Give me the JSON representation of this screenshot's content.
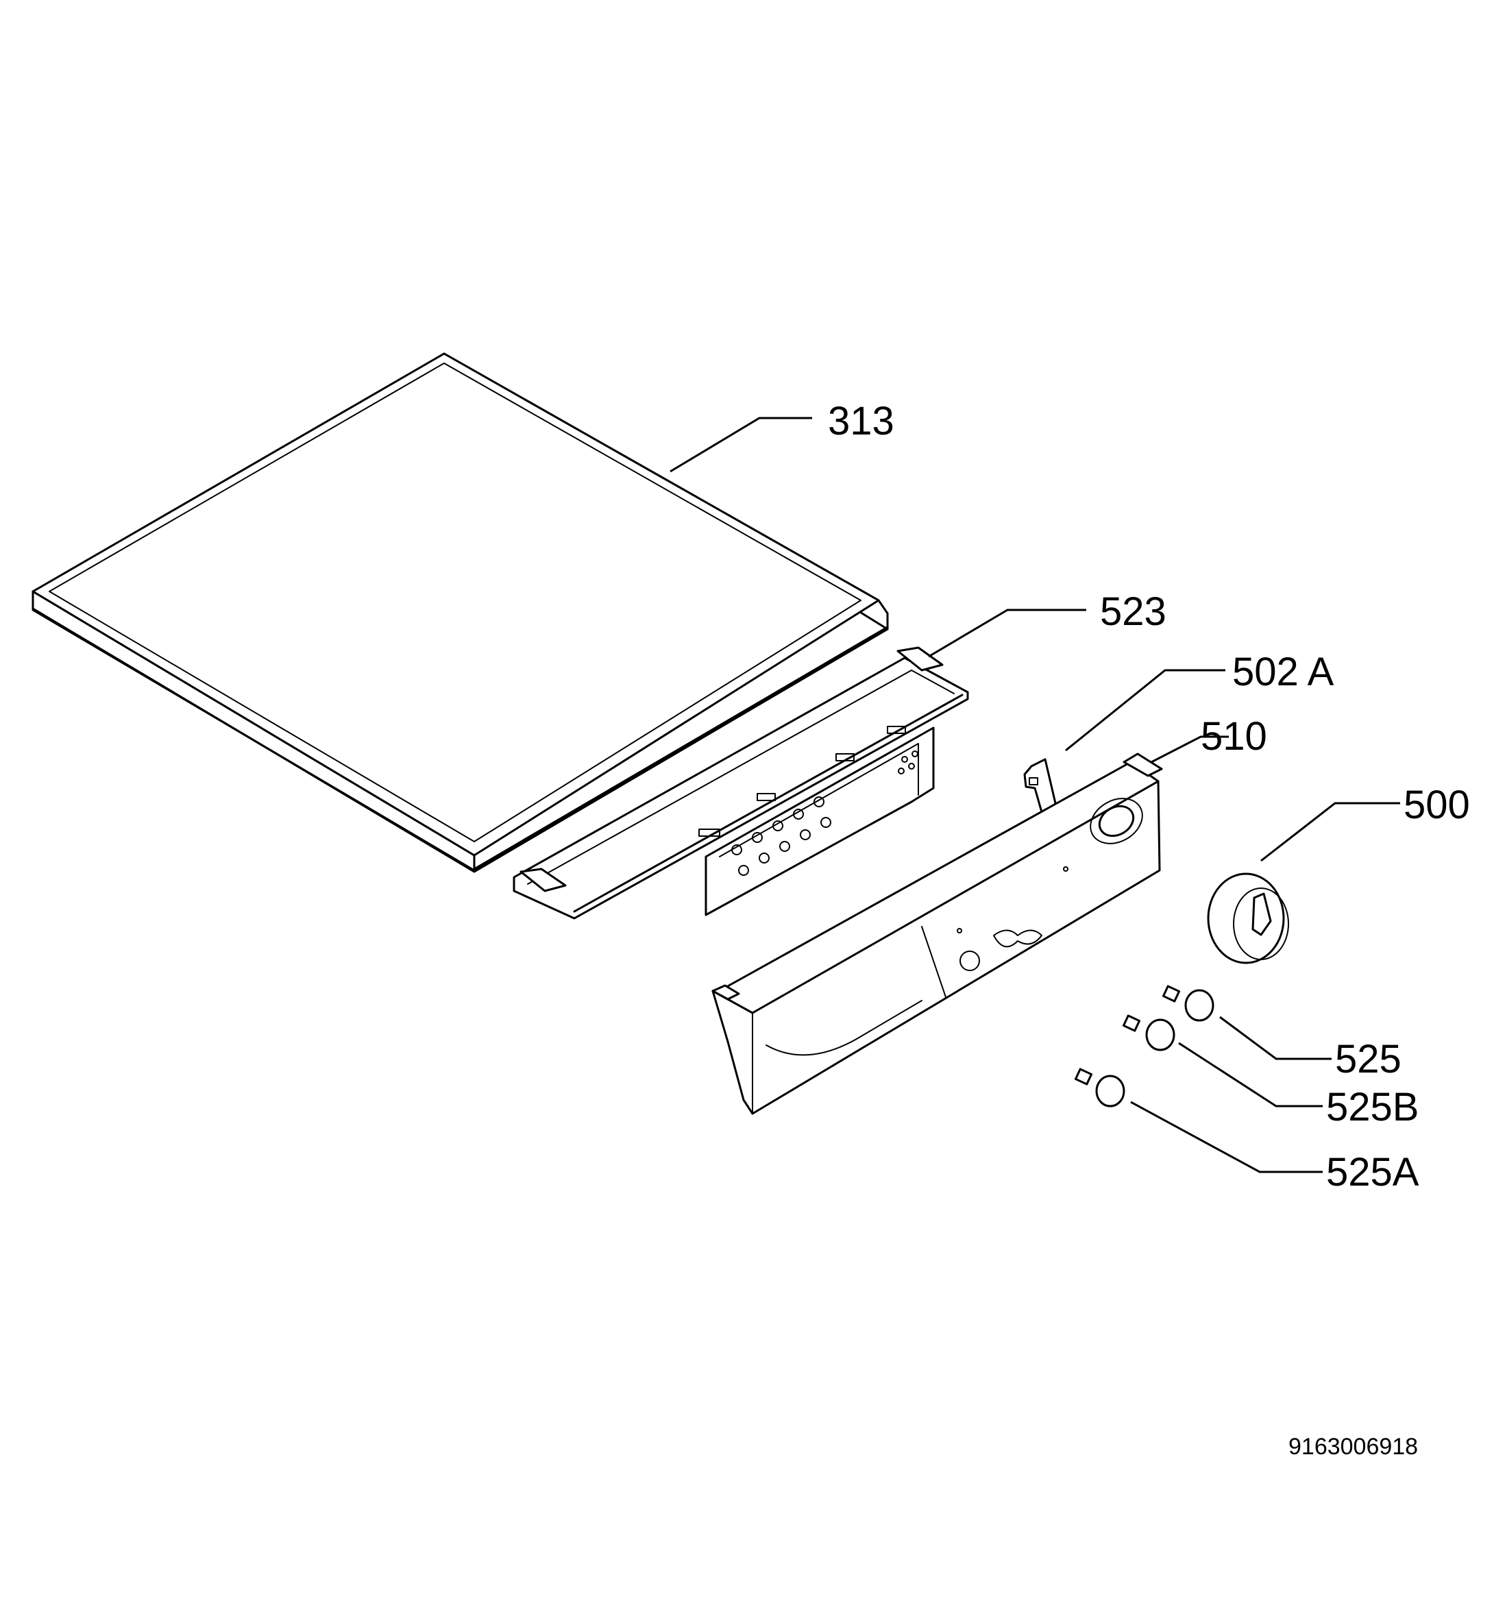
{
  "callouts": {
    "c313": "313",
    "c523": "523",
    "c502a": "502 A",
    "c510": "510",
    "c500": "500",
    "c525": "525",
    "c525b": "525B",
    "c525a": "525A"
  },
  "document_number": "9163006918"
}
